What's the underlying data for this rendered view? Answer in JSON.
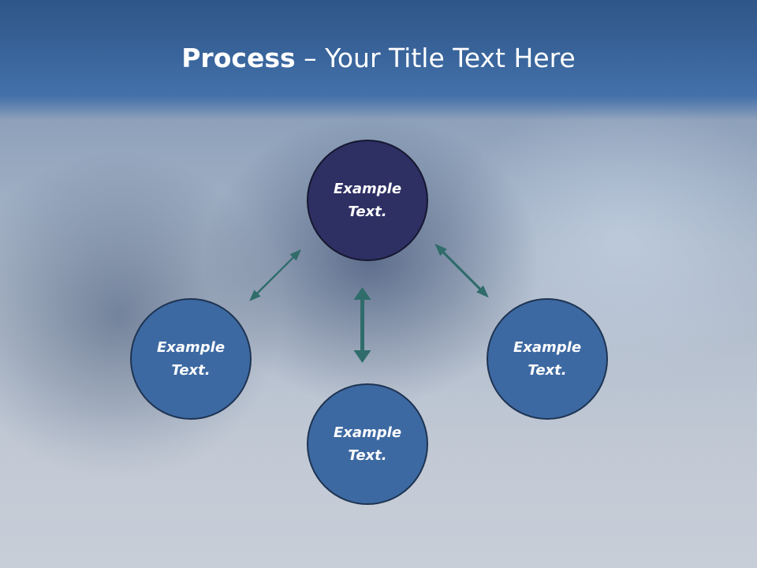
{
  "slide": {
    "title_bold": "Process",
    "title_rest": " – Your Title Text Here"
  },
  "diagram": {
    "nodes": [
      {
        "id": "top",
        "label": "Example Text."
      },
      {
        "id": "left",
        "label": "Example Text."
      },
      {
        "id": "right",
        "label": "Example Text."
      },
      {
        "id": "bottom",
        "label": "Example Text."
      }
    ],
    "connectors": [
      {
        "from": "top",
        "to": "left",
        "style": "double-arrow"
      },
      {
        "from": "top",
        "to": "right",
        "style": "double-arrow"
      },
      {
        "from": "top",
        "to": "bottom",
        "style": "double-arrow"
      }
    ]
  },
  "colors": {
    "header_band": "#39649b",
    "node_fill": "#3d69a2",
    "center_node_fill": "#2e2f63",
    "node_border": "#1e3452",
    "arrow": "#2f6c6a",
    "text": "#ffffff"
  }
}
